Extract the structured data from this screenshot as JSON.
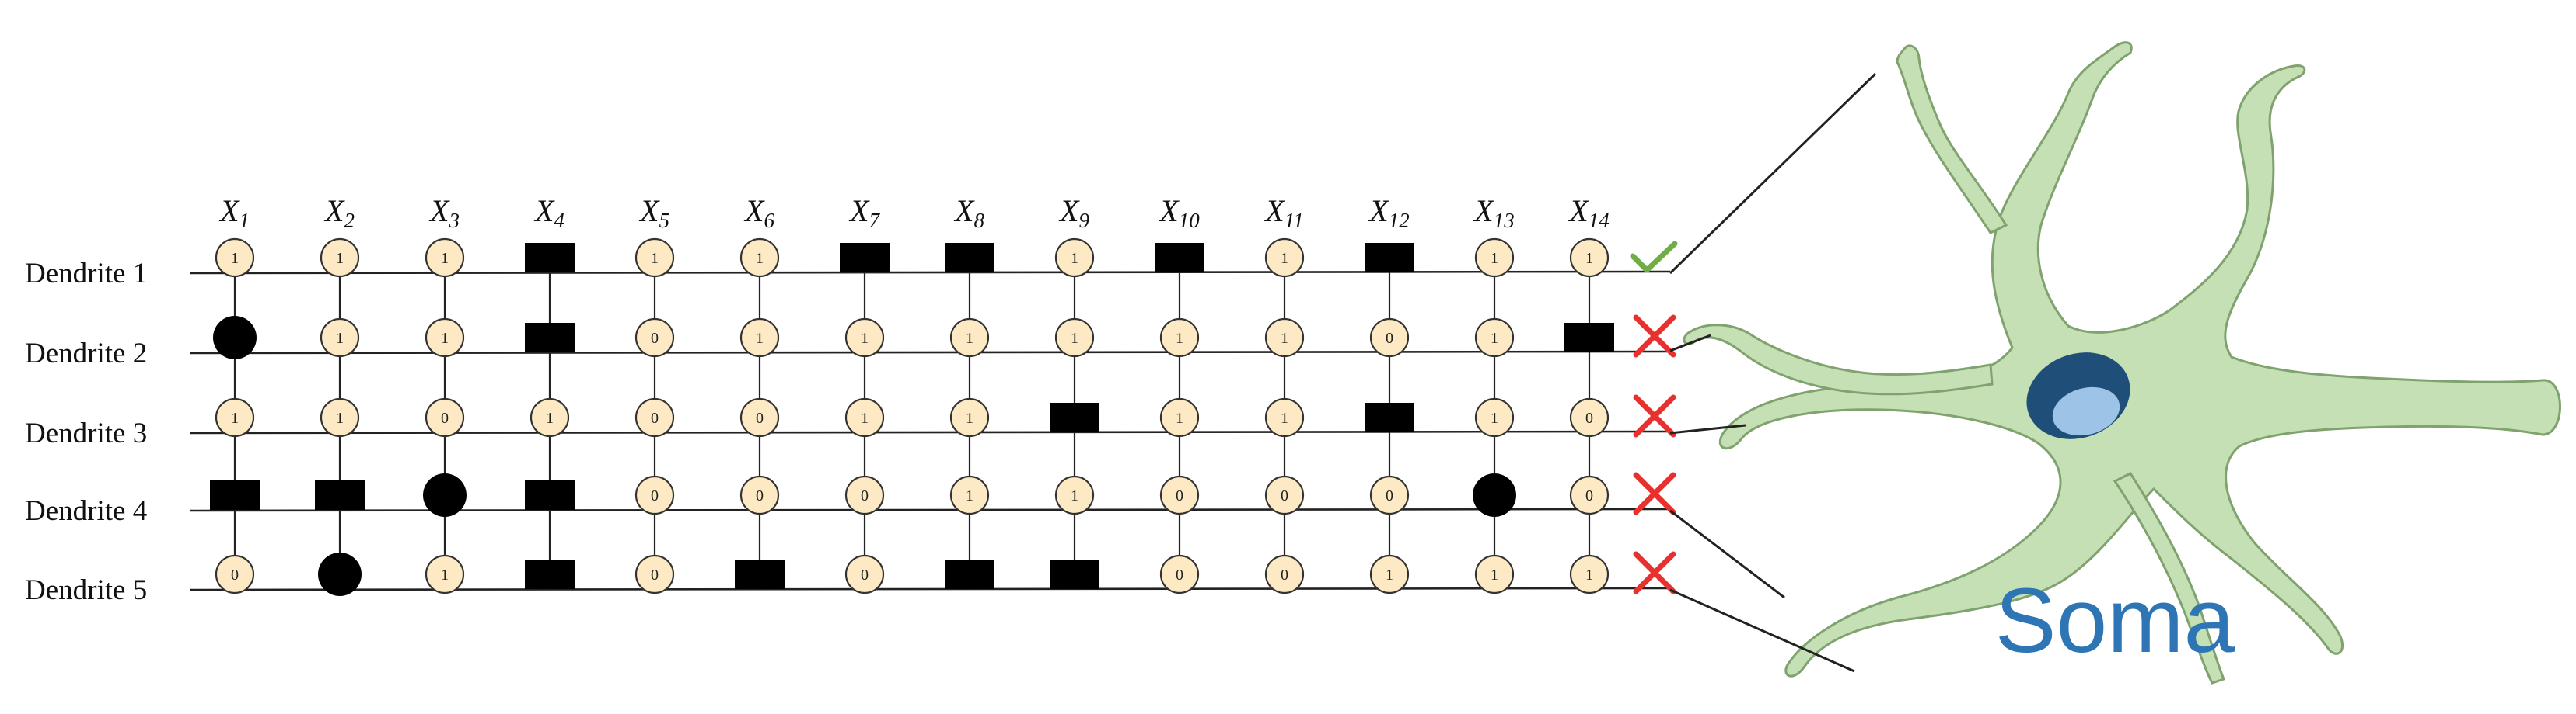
{
  "inputs": [
    "X1",
    "X2",
    "X3",
    "X4",
    "X5",
    "X6",
    "X7",
    "X8",
    "X9",
    "X10",
    "X11",
    "X12",
    "X13",
    "X14"
  ],
  "dendrites": [
    {
      "label": "Dendrite 1",
      "status": "check",
      "cells": [
        "1",
        "1",
        "1",
        "sq",
        "1",
        "1",
        "sq",
        "sq",
        "1",
        "sq",
        "1",
        "sq",
        "1",
        "1"
      ]
    },
    {
      "label": "Dendrite 2",
      "status": "cross",
      "cells": [
        "dot",
        "1",
        "1",
        "sq",
        "0",
        "1",
        "1",
        "1",
        "1",
        "1",
        "1",
        "0",
        "1",
        "sq"
      ]
    },
    {
      "label": "Dendrite 3",
      "status": "cross",
      "cells": [
        "1",
        "1",
        "0",
        "1",
        "0",
        "0",
        "1",
        "1",
        "sq",
        "1",
        "1",
        "sq",
        "1",
        "0"
      ]
    },
    {
      "label": "Dendrite 4",
      "status": "cross",
      "cells": [
        "sq",
        "sq",
        "dot",
        "sq",
        "0",
        "0",
        "0",
        "1",
        "1",
        "0",
        "0",
        "0",
        "dot",
        "0"
      ]
    },
    {
      "label": "Dendrite 5",
      "status": "cross",
      "cells": [
        "0",
        "dot",
        "1",
        "sq",
        "0",
        "sq",
        "0",
        "sq",
        "sq",
        "0",
        "0",
        "1",
        "1",
        "1"
      ]
    }
  ],
  "soma_label": "Soma",
  "colors": {
    "node_fill": "#fde9c4",
    "node_stroke": "#333333",
    "block": "#000000",
    "check": "#70ad47",
    "cross": "#e8302f",
    "cell_body": "#c5e0b4",
    "cell_outline": "#7fa26f",
    "nucleus": "#1f4e79",
    "nucleolus": "#9dc3e6",
    "soma_text": "#2e75b6"
  }
}
